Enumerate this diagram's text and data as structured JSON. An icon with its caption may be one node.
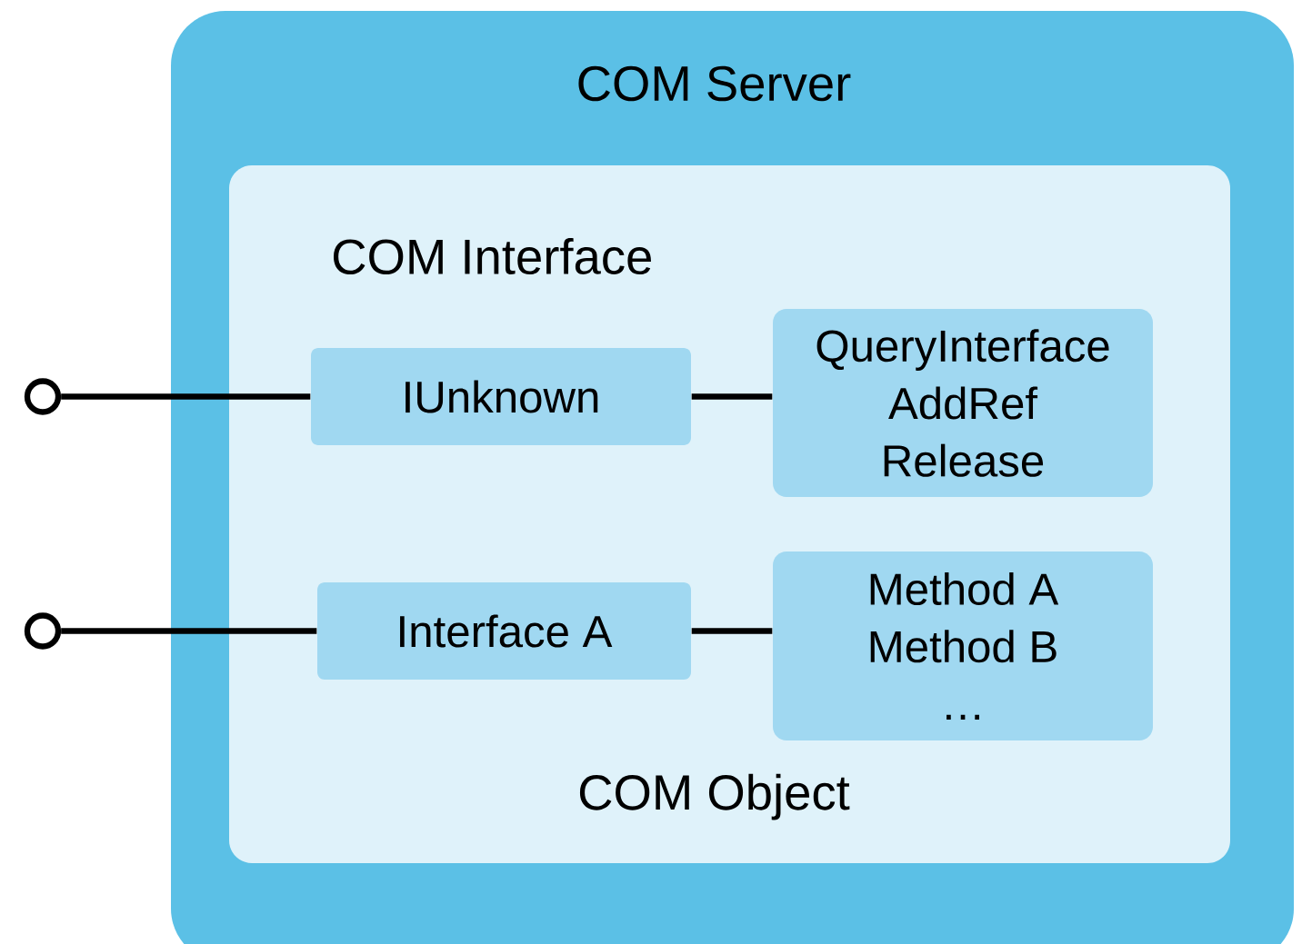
{
  "diagram": {
    "nodes": [
      {
        "text": [
          "COM Server"
        ]
      },
      {
        "text": [
          "COM Interface",
          "COM Object"
        ],
        "in": 0
      },
      {
        "text": [
          "IUnknown"
        ],
        "in": 1
      },
      {
        "text": [
          "QueryInterface",
          "AddRef",
          "Release"
        ],
        "in": 1
      },
      {
        "text": [
          "Interface A"
        ],
        "in": 1
      },
      {
        "text": [
          "Method A",
          "Method B",
          "…"
        ],
        "in": 1
      },
      {
        "text": [],
        "shape": "circle"
      },
      {
        "text": [],
        "shape": "circle"
      }
    ],
    "edges": [
      {
        "from": 6,
        "to": 2,
        "arrow": "none"
      },
      {
        "from": 2,
        "to": 3,
        "arrow": "none"
      },
      {
        "from": 7,
        "to": 4,
        "arrow": "none"
      },
      {
        "from": 4,
        "to": 5,
        "arrow": "none"
      }
    ]
  }
}
